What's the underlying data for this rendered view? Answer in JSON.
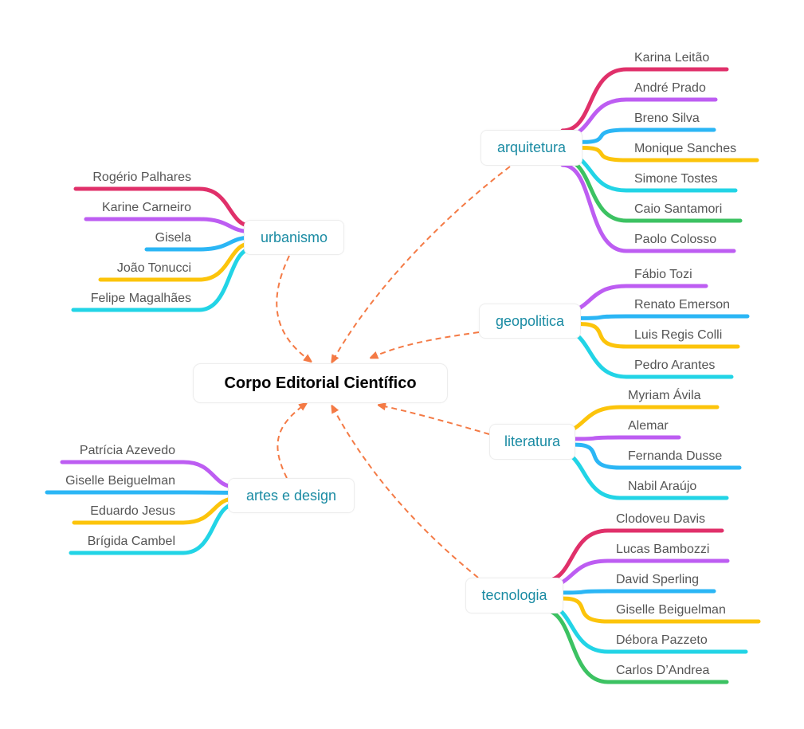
{
  "root": {
    "label": "Corpo Editorial Científico"
  },
  "link_color": "#f47a45",
  "palette": {
    "red": "#e0306a",
    "purple": "#bd5df2",
    "blue": "#2bb6f5",
    "yellow": "#fcc40b",
    "cyan": "#22d4e6",
    "green": "#3cc262"
  },
  "branches": [
    {
      "id": "arquitetura",
      "label": "arquitetura",
      "side": "right",
      "children": [
        {
          "label": "Karina Leitão",
          "color": "red"
        },
        {
          "label": "André Prado",
          "color": "purple"
        },
        {
          "label": "Breno Silva",
          "color": "blue"
        },
        {
          "label": "Monique Sanches",
          "color": "yellow"
        },
        {
          "label": "Simone Tostes",
          "color": "cyan"
        },
        {
          "label": "Caio Santamori",
          "color": "green"
        },
        {
          "label": "Paolo Colosso",
          "color": "purple"
        }
      ]
    },
    {
      "id": "urbanismo",
      "label": "urbanismo",
      "side": "left",
      "children": [
        {
          "label": "Rogério Palhares",
          "color": "red"
        },
        {
          "label": "Karine Carneiro",
          "color": "purple"
        },
        {
          "label": "Gisela",
          "color": "blue"
        },
        {
          "label": "João Tonucci",
          "color": "yellow"
        },
        {
          "label": "Felipe Magalhães",
          "color": "cyan"
        }
      ]
    },
    {
      "id": "geopolitica",
      "label": "geopolitica",
      "side": "right",
      "children": [
        {
          "label": "Fábio Tozi",
          "color": "purple"
        },
        {
          "label": "Renato Emerson",
          "color": "blue"
        },
        {
          "label": "Luis Regis Colli",
          "color": "yellow"
        },
        {
          "label": "Pedro Arantes",
          "color": "cyan"
        }
      ]
    },
    {
      "id": "literatura",
      "label": "literatura",
      "side": "right",
      "children": [
        {
          "label": "Myriam Ávila",
          "color": "yellow"
        },
        {
          "label": "Alemar",
          "color": "purple"
        },
        {
          "label": "Fernanda Dusse",
          "color": "blue"
        },
        {
          "label": "Nabil Araújo",
          "color": "cyan"
        }
      ]
    },
    {
      "id": "artes-e-design",
      "label": "artes e design",
      "side": "left",
      "children": [
        {
          "label": "Patrícia Azevedo",
          "color": "purple"
        },
        {
          "label": "Giselle Beiguelman",
          "color": "blue"
        },
        {
          "label": "Eduardo Jesus",
          "color": "yellow"
        },
        {
          "label": "Brígida Cambel",
          "color": "cyan"
        }
      ]
    },
    {
      "id": "tecnologia",
      "label": "tecnologia",
      "side": "right",
      "children": [
        {
          "label": "Clodoveu Davis",
          "color": "red"
        },
        {
          "label": "Lucas Bambozzi",
          "color": "purple"
        },
        {
          "label": "David Sperling",
          "color": "blue"
        },
        {
          "label": "Giselle Beiguelman",
          "color": "yellow"
        },
        {
          "label": "Débora Pazzeto",
          "color": "cyan"
        },
        {
          "label": "Carlos D’Andrea",
          "color": "green"
        }
      ]
    }
  ]
}
